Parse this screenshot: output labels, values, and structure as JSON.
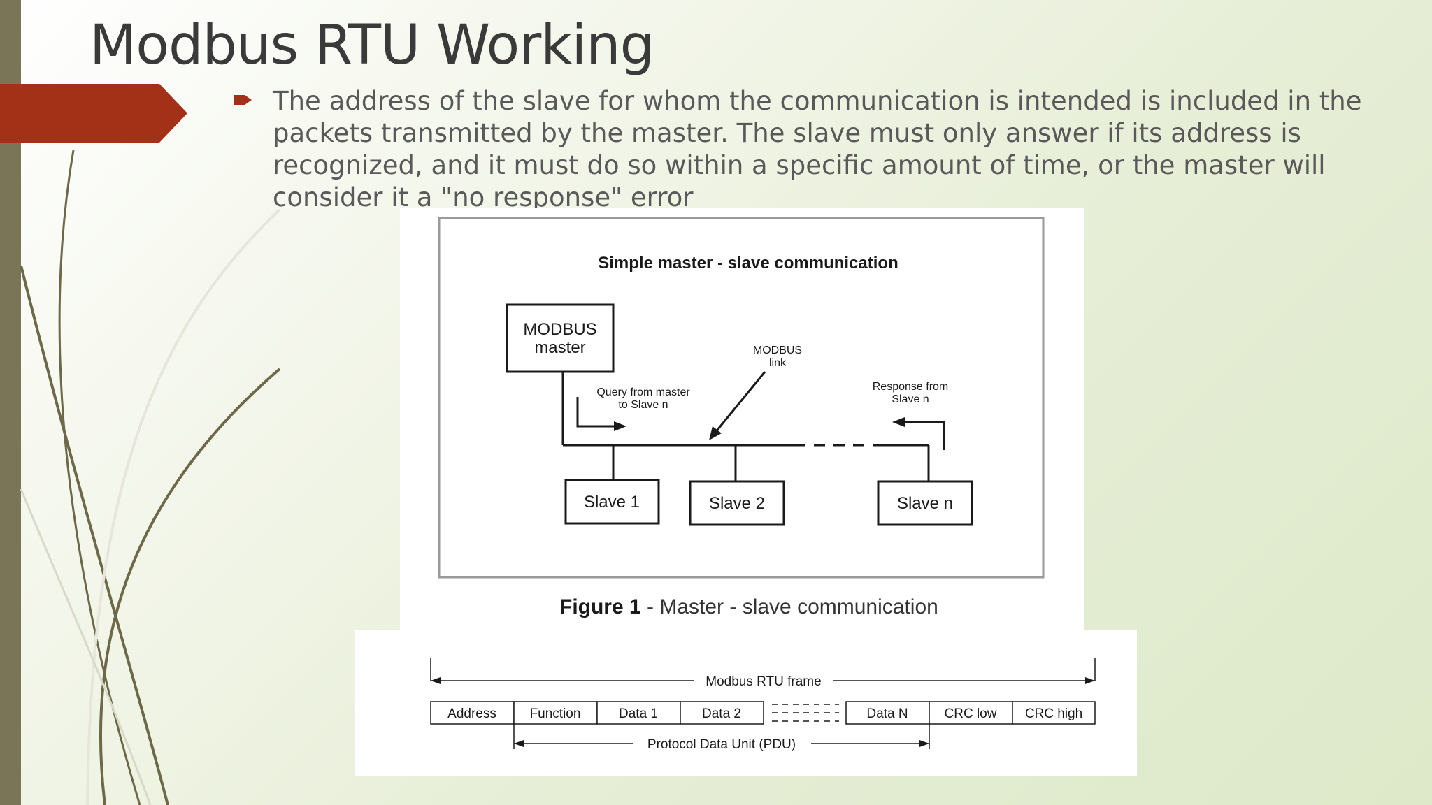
{
  "slide": {
    "title": "Modbus RTU Working",
    "bullet": "The address of the slave for whom the communication is intended is included in the packets transmitted by the master. The slave must only answer if its address is recognized, and it must do so within a specific amount of time, or the master will consider it a \"no response\" error"
  },
  "figure1": {
    "heading": "Simple master - slave communication",
    "master_line1": "MODBUS",
    "master_line2": "master",
    "link_line1": "MODBUS",
    "link_line2": "link",
    "query_line1": "Query from master",
    "query_line2": "to Slave n",
    "response_line1": "Response from",
    "response_line2": "Slave n",
    "slave1": "Slave 1",
    "slave2": "Slave 2",
    "slaven": "Slave n",
    "caption_bold": "Figure 1",
    "caption_rest": " - Master - slave communication"
  },
  "figure2": {
    "frame_label": "Modbus RTU frame",
    "pdu_label": "Protocol Data Unit (PDU)",
    "fields": [
      "Address",
      "Function",
      "Data 1",
      "Data 2",
      "Data N",
      "CRC low",
      "CRC high"
    ]
  },
  "colors": {
    "accent_red": "#a33118",
    "sidebar": "#7b7557",
    "title_text": "#3a3a3a",
    "body_text": "#595959"
  }
}
